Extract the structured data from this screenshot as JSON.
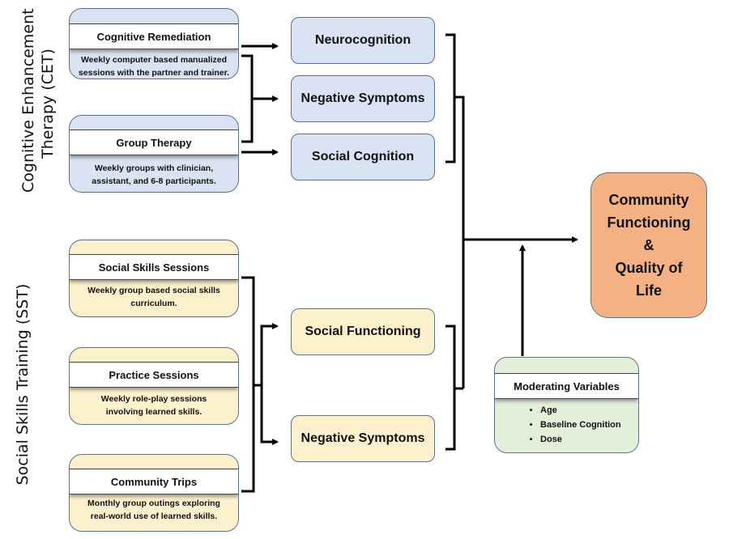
{
  "diagram": {
    "side_labels": {
      "cet": [
        "Cognitive Enhancement",
        "Therapy (CET)"
      ],
      "sst": "Social Skills Training (SST)"
    },
    "cet_components": [
      {
        "title": "Cognitive Remediation",
        "description": [
          "Weekly computer based manualized",
          "sessions with the partner and trainer."
        ]
      },
      {
        "title": "Group Therapy",
        "description": [
          "Weekly groups with clinician,",
          "assistant, and 6-8 participants."
        ]
      }
    ],
    "sst_components": [
      {
        "title": "Social Skills Sessions",
        "description": [
          "Weekly group based social skills",
          "curriculum."
        ]
      },
      {
        "title": "Practice Sessions",
        "description": [
          "Weekly role-play sessions",
          "involving learned skills."
        ]
      },
      {
        "title": "Community Trips",
        "description": [
          "Monthly group  outings exploring",
          "real-world use of learned skills."
        ]
      }
    ],
    "cet_outcomes": [
      "Neurocognition",
      "Negative Symptoms",
      "Social Cognition"
    ],
    "sst_outcomes": [
      "Social Functioning",
      "Negative Symptoms"
    ],
    "final_outcome": [
      "Community",
      "Functioning",
      "&",
      "Quality of",
      "Life"
    ],
    "moderators": {
      "title": "Moderating Variables",
      "items": [
        "Age",
        "Baseline Cognition",
        "Dose"
      ]
    },
    "colors": {
      "cet": "#dae3f3",
      "sst": "#fdf0cc",
      "moderator": "#e3efd9",
      "final": "#f4b183"
    }
  }
}
